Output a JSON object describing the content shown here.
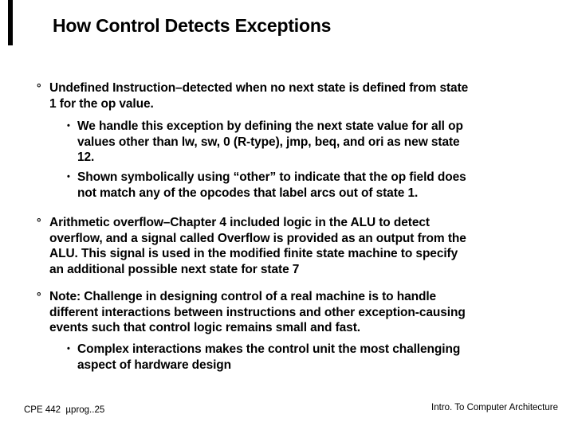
{
  "slide": {
    "title": "How Control Detects Exceptions",
    "blocks": [
      {
        "level": 1,
        "marker": "°",
        "text": "Undefined Instruction–detected when no next state is defined from state\n1 for the op value."
      },
      {
        "level": 2,
        "marker": "•",
        "text": "We handle this exception by defining the next state value for all op\nvalues other than lw, sw, 0 (R-type), jmp, beq, and ori as new state\n12."
      },
      {
        "level": 2,
        "marker": "•",
        "text": "Shown symbolically using “other” to indicate that the op field does\nnot match any of the opcodes that label arcs out of state 1."
      },
      {
        "level": 1,
        "marker": "°",
        "text": "Arithmetic overflow–Chapter 4 included logic in the ALU to detect\noverflow, and a signal called Overflow is provided as an output from the\nALU. This signal is used in the modified finite state machine to specify\nan additional possible next state for state 7"
      },
      {
        "level": 1,
        "marker": "°",
        "text": "Note: Challenge in designing control of a real machine is to handle\ndifferent interactions between instructions and other exception-causing\nevents such that control logic remains small and fast."
      },
      {
        "level": 2,
        "marker": "•",
        "text": "Complex interactions makes the control unit the most challenging\naspect of hardware design"
      }
    ],
    "footer_left": "CPE 442  µprog..25",
    "footer_right": "Intro. To Computer Architecture",
    "colors": {
      "background": "#ffffff",
      "text": "#000000",
      "corner_bar": "#000000"
    }
  }
}
